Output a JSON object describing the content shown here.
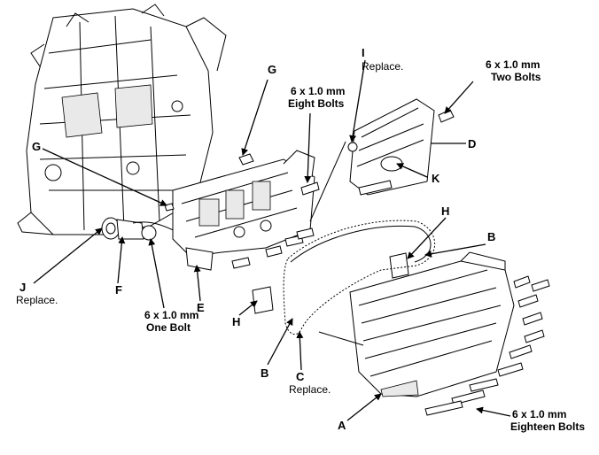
{
  "callouts": {
    "g_top": "G",
    "g_left": "G",
    "i": "I",
    "i_note": "Replace.",
    "d": "D",
    "k": "K",
    "h_right": "H",
    "b_right": "B",
    "h_left": "H",
    "b_bottom": "B",
    "c": "C",
    "c_note": "Replace.",
    "a": "A",
    "j": "J",
    "j_note": "Replace.",
    "f": "F",
    "e": "E"
  },
  "specs": {
    "two_bolts_size": "6 x 1.0 mm",
    "two_bolts_count": "Two Bolts",
    "eight_bolts_size": "6 x 1.0 mm",
    "eight_bolts_count": "Eight Bolts",
    "one_bolt_size": "6 x 1.0 mm",
    "one_bolt_count": "One Bolt",
    "eighteen_bolts_size": "6 x 1.0 mm",
    "eighteen_bolts_count": "Eighteen Bolts"
  }
}
